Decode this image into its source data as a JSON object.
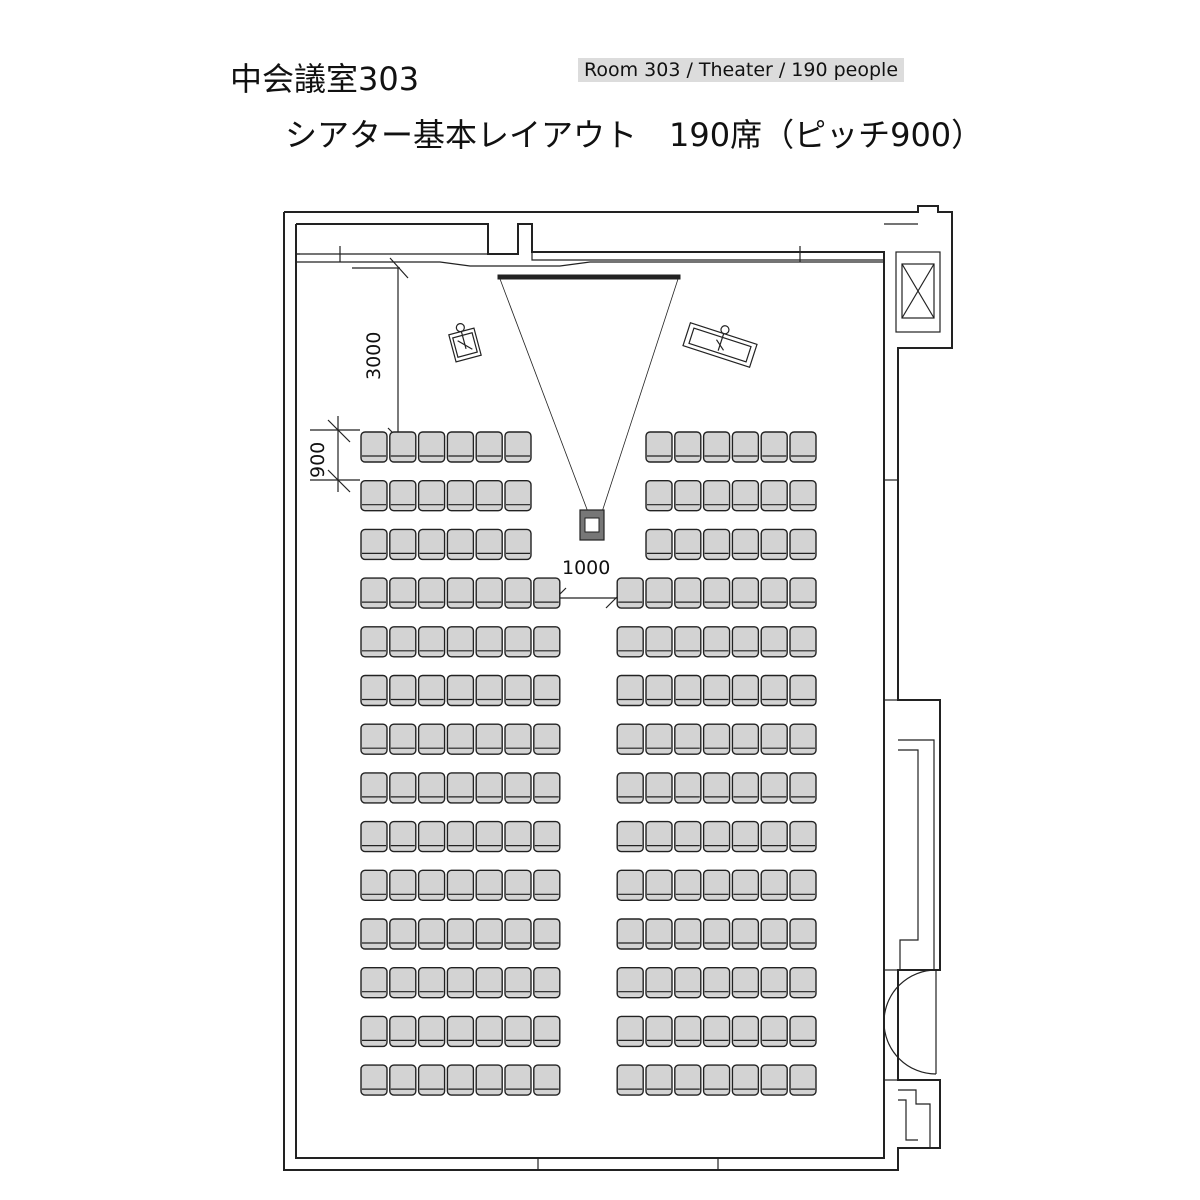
{
  "header": {
    "title": "中会議室303",
    "subtitle": "シアター基本レイアウト　190席（ピッチ900）",
    "english_label": "Room 303 / Theater / 190 people"
  },
  "dimensions": {
    "screen_distance": "3000",
    "row_pitch": "900",
    "aisle_width": "1000"
  },
  "layout": {
    "rows": 14,
    "left_block_seats_per_row": [
      6,
      6,
      6,
      7,
      7,
      7,
      7,
      7,
      7,
      7,
      7,
      7,
      7,
      7
    ],
    "right_block_seats_per_row": [
      6,
      6,
      6,
      7,
      7,
      7,
      7,
      7,
      7,
      7,
      7,
      7,
      7,
      7
    ]
  },
  "colors": {
    "seat_fill": "#d3d3d3",
    "line": "#222222",
    "badge_bg": "#dcdcdc"
  }
}
